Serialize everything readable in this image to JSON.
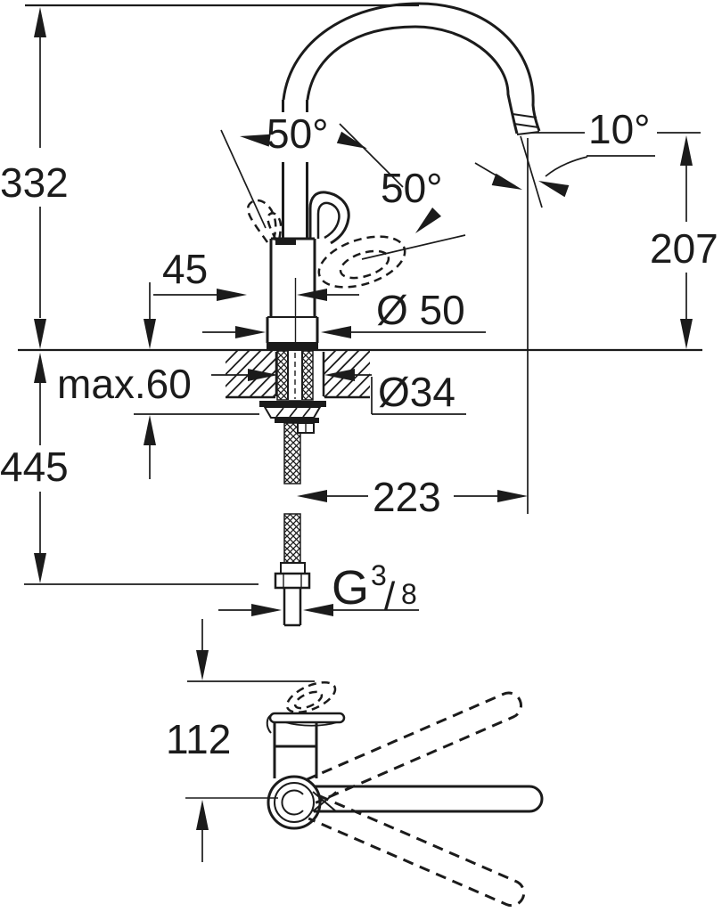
{
  "colors": {
    "ink": "#1b1b1b",
    "background": "#ffffff"
  },
  "labels": {
    "dim_332": "332",
    "dim_445": "445",
    "dim_max60": "max.60",
    "dim_45": "45",
    "dim_dia50": "Ø 50",
    "dim_dia34": "Ø34",
    "dim_223": "223",
    "dim_207": "207",
    "dim_10deg": "10°",
    "dim_50deg_left": "50°",
    "dim_50deg_right": "50°",
    "dim_112": "112",
    "thread": {
      "prefix": "G",
      "numerator": "3",
      "slash": "/",
      "denominator": "8"
    }
  }
}
